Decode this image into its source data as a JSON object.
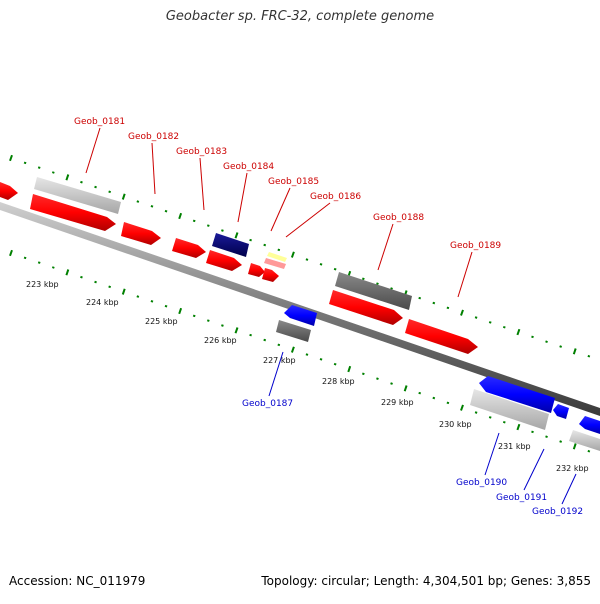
{
  "title": "Geobacter sp. FRC-32, complete genome",
  "footer": {
    "accession": "Accession: NC_011979",
    "stats": "Topology: circular; Length: 4,304,501 bp; Genes: 3,855"
  },
  "colors": {
    "forward_cds": "#ff0000",
    "reverse_cds": "#0000ff",
    "pseudo_light": "#cccccc",
    "pseudo_dark": "#666666",
    "highlight_reverse": "#000080",
    "rna": "#ff9999",
    "trna": "#ffff99",
    "forward_label": "#cc0000",
    "reverse_label": "#0000cc",
    "tick": "#008000",
    "backbone": "#666666"
  },
  "scale_labels": [
    "223 kbp",
    "224 kbp",
    "225 kbp",
    "226 kbp",
    "227 kbp",
    "228 kbp",
    "229 kbp",
    "230 kbp",
    "231 kbp",
    "232 kbp"
  ],
  "genes_forward": [
    "Geob_0181",
    "Geob_0182",
    "Geob_0183",
    "Geob_0184",
    "Geob_0185",
    "Geob_0186",
    "Geob_0188",
    "Geob_0189"
  ],
  "genes_reverse": [
    "Geob_0187",
    "Geob_0190",
    "Geob_0191",
    "Geob_0192"
  ]
}
